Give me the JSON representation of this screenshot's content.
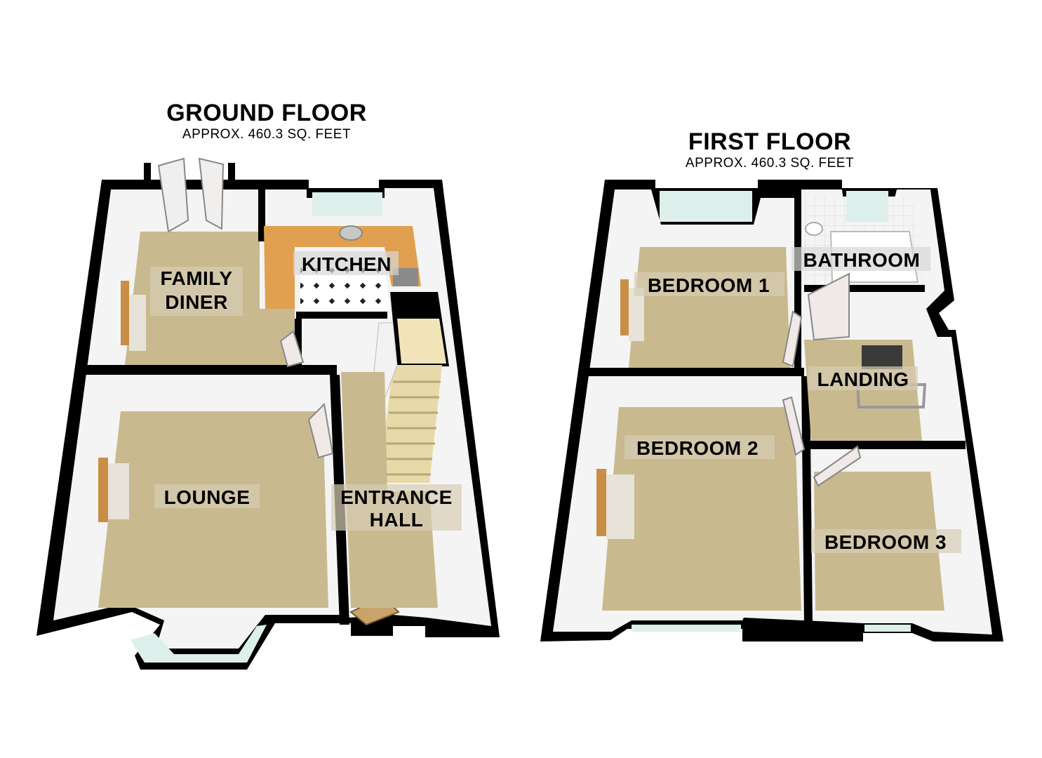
{
  "ground_floor": {
    "title": "GROUND FLOOR",
    "area": "APPROX. 460.3 SQ. FEET",
    "rooms": {
      "family_diner": [
        "FAMILY",
        "DINER"
      ],
      "kitchen": "KITCHEN",
      "lounge": "LOUNGE",
      "entrance_hall": [
        "ENTRANCE",
        "HALL"
      ]
    }
  },
  "first_floor": {
    "title": "FIRST FLOOR",
    "area": "APPROX. 460.3 SQ. FEET",
    "rooms": {
      "bedroom_1": "BEDROOM 1",
      "bathroom": "BATHROOM",
      "landing": "LANDING",
      "bedroom_2": "BEDROOM 2",
      "bedroom_3": "BEDROOM 3"
    }
  },
  "colors": {
    "wall": "#000000",
    "floor_carpet": "#c9b98f",
    "wall_face": "#f4f4f4",
    "window_glass": "#dcefeb",
    "worktop": "#e0a050",
    "stairs": "#e8d9a8",
    "door": "#f1e8e8"
  }
}
